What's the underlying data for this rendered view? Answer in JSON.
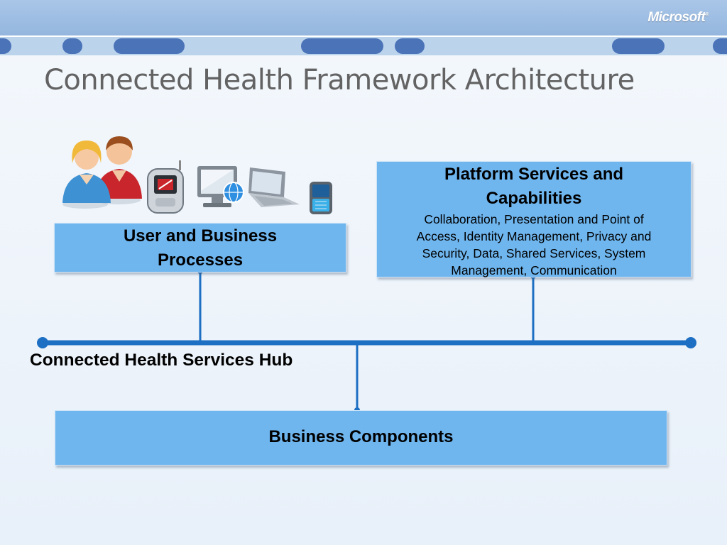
{
  "header": {
    "logo": "Microsoft",
    "logo_mark": "®"
  },
  "title": "Connected Health Framework Architecture",
  "boxes": {
    "users": {
      "line1": "User and Business",
      "line2": "Processes"
    },
    "platform": {
      "line1": "Platform Services and",
      "line2": "Capabilities",
      "desc1": "Collaboration, Presentation and Point of",
      "desc2": "Access, Identity Management, Privacy and",
      "desc3": "Security, Data, Shared Services, System",
      "desc4": "Management, Communication"
    },
    "business": {
      "label": "Business Components"
    }
  },
  "hub": {
    "label": "Connected Health Services Hub"
  },
  "icons": [
    "users-icon",
    "mobile-phone-icon",
    "desktop-globe-icon",
    "laptop-icon",
    "smartphone-icon"
  ],
  "colors": {
    "box_fill": "#6fb6ef",
    "connector": "#1d6fc3",
    "header_band": "#a9c6e8",
    "pill": "#4a73b8",
    "title_text": "#636363"
  }
}
